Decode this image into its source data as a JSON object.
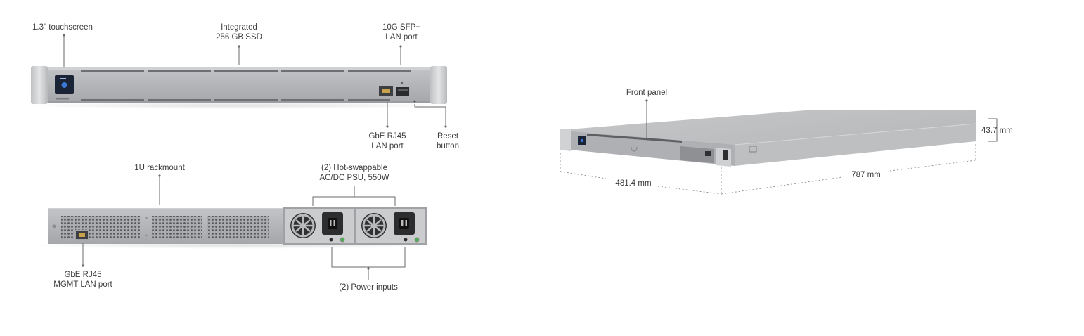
{
  "front_view": {
    "touchscreen": "1.3\" touchscreen",
    "ssd": [
      "Integrated",
      "256 GB SSD"
    ],
    "sfp": [
      "10G SFP+",
      "LAN port"
    ],
    "rj45": [
      "GbE RJ45",
      "LAN port"
    ],
    "reset": [
      "Reset",
      "button"
    ]
  },
  "rear_view": {
    "rackmount": "1U rackmount",
    "psu": [
      "(2) Hot-swappable",
      "AC/DC PSU, 550W"
    ],
    "mgmt": [
      "GbE RJ45",
      "MGMT LAN port"
    ],
    "power_inputs": "(2) Power inputs"
  },
  "iso_view": {
    "front_panel": "Front panel",
    "height": "43.7 mm",
    "width": "481.4 mm",
    "depth": "787 mm"
  },
  "colors": {
    "chassis": "#b4b6b9",
    "chassis_dark": "#8e9094",
    "ear": "#d3d4d6",
    "psu": "#c9cacc",
    "screen": "#1b2436",
    "leader": "#6a6a6a"
  },
  "icons": [
    "fan-icon",
    "ac-inlet-icon",
    "rj45-port-icon",
    "sfp-port-icon"
  ]
}
